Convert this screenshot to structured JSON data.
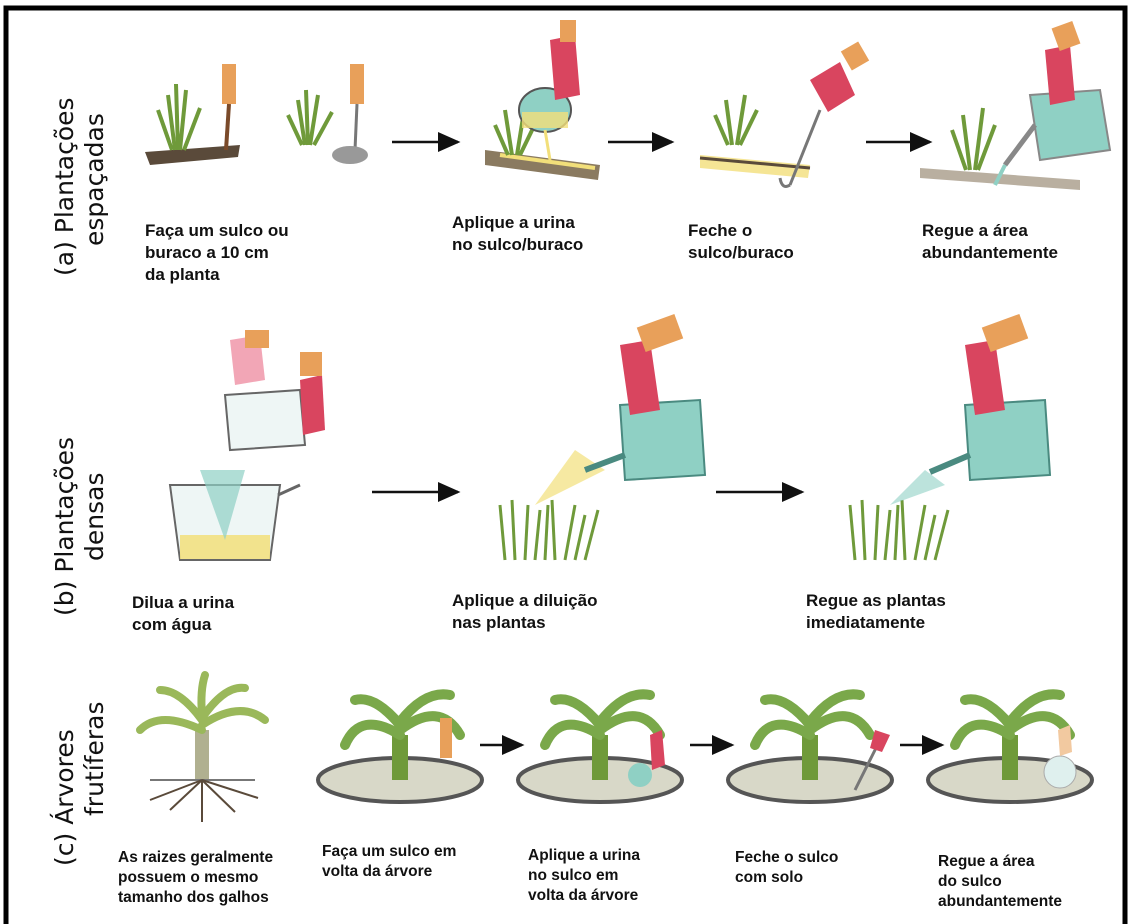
{
  "sections": [
    {
      "label_lines": [
        "(a) Plantações",
        "espaçadas"
      ],
      "steps": [
        {
          "lines": [
            "Faça um sulco ou",
            "buraco a 10 cm",
            "da planta"
          ]
        },
        {
          "lines": [
            "Aplique a urina",
            "no sulco/buraco"
          ]
        },
        {
          "lines": [
            "Feche o",
            "sulco/buraco"
          ]
        },
        {
          "lines": [
            "Regue a área",
            "abundantemente"
          ]
        }
      ]
    },
    {
      "label_lines": [
        "(b) Plantações",
        "densas"
      ],
      "steps": [
        {
          "lines": [
            "Dilua a urina",
            "com água"
          ]
        },
        {
          "lines": [
            "Aplique a diluição",
            "nas plantas"
          ]
        },
        {
          "lines": [
            "Regue as plantas",
            "imediatamente"
          ]
        }
      ]
    },
    {
      "label_lines": [
        "(c) Árvores",
        "frutíferas"
      ],
      "steps": [
        {
          "lines": [
            "As raizes geralmente",
            "possuem o mesmo",
            "tamanho dos galhos"
          ]
        },
        {
          "lines": [
            "Faça um sulco em",
            "volta da árvore"
          ]
        },
        {
          "lines": [
            "Aplique a urina",
            "no sulco em",
            "volta da árvore"
          ]
        },
        {
          "lines": [
            "Feche o sulco",
            "com solo"
          ]
        },
        {
          "lines": [
            "Regue a área",
            "do sulco",
            "abundantemente"
          ]
        }
      ]
    }
  ],
  "colors": {
    "border": "#000000",
    "leaf": "#6f9a3a",
    "glove": "#d9455f",
    "skin": "#e8a05a",
    "can": "#8fd0c4",
    "urine": "#f2df7a",
    "soil": "#5a4a3a"
  }
}
